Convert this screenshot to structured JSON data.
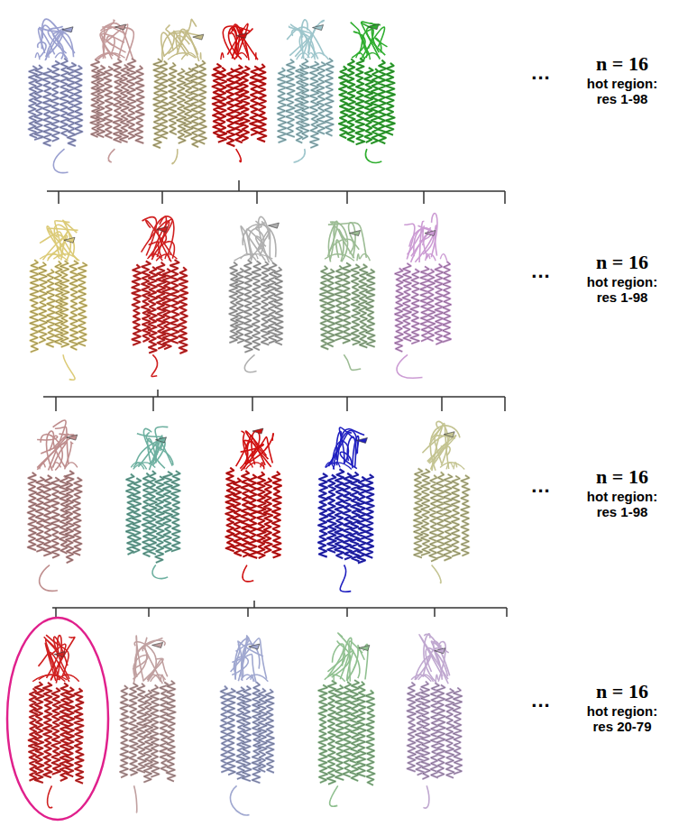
{
  "diagram": {
    "labels": [
      "...",
      "n = 16",
      "hot region: res 1-98",
      "...",
      "n = 16",
      "hot region: res 1-98",
      "...",
      "n = 16",
      "hot region: res 1-98",
      "...",
      "n = 16",
      "hot region: res 20-79"
    ]
  }
}
